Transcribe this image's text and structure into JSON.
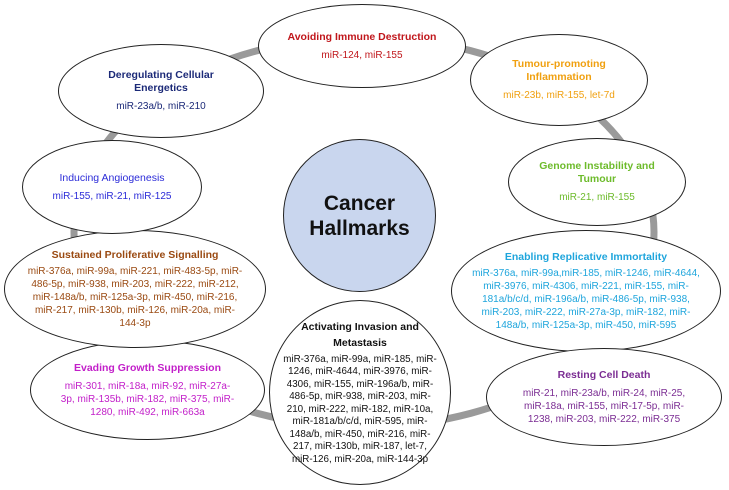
{
  "center": {
    "label": "Cancer\nHallmarks",
    "fill": "#c9d6ee"
  },
  "ring_color": "#9a9a9a",
  "hallmarks": [
    {
      "id": "avoiding-immune",
      "title": "Avoiding Immune Destruction",
      "mirnas": "miR-124, miR-155",
      "color": "#c0161b"
    },
    {
      "id": "tumour-inflammation",
      "title": "Tumour-promoting Inflammation",
      "mirnas": "miR-23b, miR-155, let-7d",
      "color": "#f0a010"
    },
    {
      "id": "genome-instability",
      "title": "Genome Instability and Tumour",
      "mirnas": "miR-21, miR-155",
      "color": "#6dbb2b"
    },
    {
      "id": "replicative-immortality",
      "title": "Enabling Replicative Immortality",
      "mirnas": "miR-376a, miR-99a,miR-185, miR-1246, miR-4644, miR-3976, miR-4306, miR-221, miR-155, miR-181a/b/c/d, miR-196a/b, miR-486-5p, miR-938, miR-203, miR-222, miR-27a-3p, miR-182, miR-148a/b, miR-125a-3p, miR-450, miR-595",
      "color": "#1ea5dc"
    },
    {
      "id": "resting-cell-death",
      "title": "Resting Cell Death",
      "mirnas": "miR-21, miR-23a/b, miR-24, miR-25, miR-18a, miR-155, miR-17-5p, miR-1238, miR-203, miR-222, miR-375",
      "color": "#7b2d93"
    },
    {
      "id": "invasion-metastasis",
      "title": "Activating Invasion and Metastasis",
      "mirnas": "miR-376a, miR-99a, miR-185, miR-1246, miR-4644, miR-3976, miR-4306, miR-155, miR-196a/b, miR-486-5p, miR-938, miR-203, miR-210, miR-222, miR-182, miR-10a, miR-181a/b/c/d, miR-595, miR-148a/b, miR-450, miR-216, miR-217, miR-130b, miR-187, let-7, miR-126, miR-20a, miR-144-3p",
      "color": "#111111"
    },
    {
      "id": "evading-growth",
      "title": "Evading Growth Suppression",
      "mirnas": "miR-301, miR-18a, miR-92, miR-27a-3p, miR-135b, miR-182, miR-375, miR-1280, miR-492, miR-663a",
      "color": "#c21fc9"
    },
    {
      "id": "proliferative-signalling",
      "title": "Sustained Proliferative Signalling",
      "mirnas": "miR-376a, miR-99a, miR-221, miR-483-5p, miR-486-5p, miR-938, miR-203, miR-222, miR-212, miR-148a/b, miR-125a-3p, miR-450, miR-216, miR-217, miR-130b, miR-126, miR-20a, miR-144-3p",
      "color": "#9a4a12"
    },
    {
      "id": "angiogenesis",
      "title": "Inducing Angiogenesis",
      "mirnas": "miR-155, miR-21, miR-125",
      "color": "#2b2bd8"
    },
    {
      "id": "cellular-energetics",
      "title": "Deregulating Cellular Energetics",
      "mirnas": "miR-23a/b, miR-210",
      "color": "#1c2a78"
    }
  ]
}
